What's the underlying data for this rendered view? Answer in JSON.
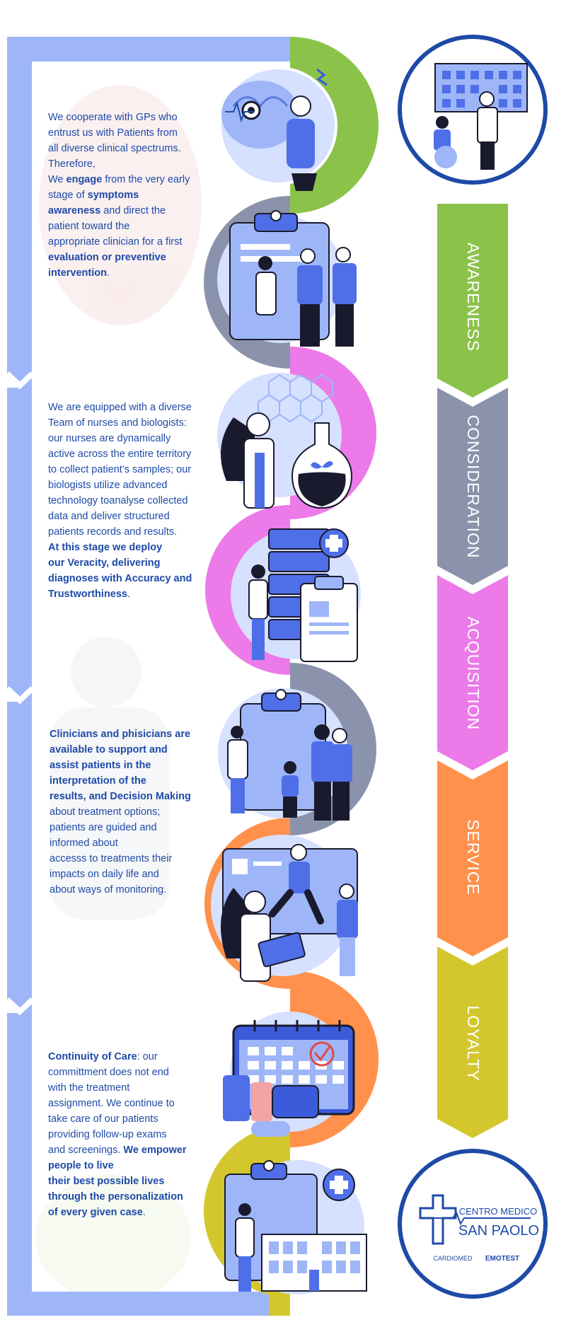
{
  "colors": {
    "frame_blue": "#9eb6f8",
    "awareness": "#8bc34a",
    "consideration": "#8a93ab",
    "acquisition": "#ec7ae8",
    "service": "#ff914d",
    "loyalty": "#d4c72e",
    "logo_ring": "#1e4aa7",
    "text_blue": "#1f4aa8"
  },
  "stages": [
    {
      "label": "AWARENESS",
      "color": "#8bc34a"
    },
    {
      "label": "CONSIDERATION",
      "color": "#8a93ab"
    },
    {
      "label": "ACQUISITION",
      "color": "#ec7ae8"
    },
    {
      "label": "SERVICE",
      "color": "#ff914d"
    },
    {
      "label": "LOYALTY",
      "color": "#d4c72e"
    }
  ],
  "sections": [
    {
      "lines": [
        {
          "t": "We cooperate with GPs who"
        },
        {
          "t": "entrust us with Patients from"
        },
        {
          "t": "all diverse clinical spectrums."
        },
        {
          "t": "Therefore,"
        },
        {
          "t": "We ",
          "b": "engage",
          "a": " from the very early"
        },
        {
          "t": "stage of ",
          "b": "symptoms"
        },
        {
          "b": "awareness",
          "a": " and direct the"
        },
        {
          "t": "patient toward the"
        },
        {
          "t": "appropriate clinician for a first"
        },
        {
          "b": "evaluation or preventive"
        },
        {
          "b": "intervention",
          "a": "."
        }
      ]
    },
    {
      "lines": [
        {
          "t": "We are equipped with a diverse"
        },
        {
          "t": "Team of nurses and biologists:"
        },
        {
          "t": "our nurses are dynamically"
        },
        {
          "t": "active across the entire territory"
        },
        {
          "t": "to collect patient’s samples; our"
        },
        {
          "t": "biologists utilize advanced"
        },
        {
          "t": "technology toanalyse collected"
        },
        {
          "t": "data and deliver structured"
        },
        {
          "t": "patients records and results."
        },
        {
          "b": "At this stage we deploy"
        },
        {
          "b": "our Veracity, delivering"
        },
        {
          "b": "diagnoses with Accuracy and"
        },
        {
          "b": "Trustworthiness",
          "a": "."
        }
      ]
    },
    {
      "lines": [
        {
          "b": "Clinicians and phisicians are"
        },
        {
          "b": "available to support and"
        },
        {
          "b": "assist patients in the"
        },
        {
          "b": "interpretation of the"
        },
        {
          "b": "results, and Decision Making"
        },
        {
          "t": "about treatment options;"
        },
        {
          "t": "patients are guided and"
        },
        {
          "t": "informed about"
        },
        {
          "t": "accesss to treatments their"
        },
        {
          "t": "impacts on daily life and"
        },
        {
          "t": "about ways of monitoring."
        }
      ]
    },
    {
      "lines": [
        {
          "b": "Continuity of Care",
          "a": ": our"
        },
        {
          "t": "committment does not end"
        },
        {
          "t": "with the treatment"
        },
        {
          "t": "assignment. We continue to"
        },
        {
          "t": "take care of our patients"
        },
        {
          "t": "providing follow-up exams"
        },
        {
          "t": "and screenings. ",
          "b": "We empower"
        },
        {
          "b": "people to live"
        },
        {
          "b": "their best possible lives"
        },
        {
          "b": "through the personalization"
        },
        {
          "b": "of every given case",
          "a": "."
        }
      ]
    }
  ],
  "logo": {
    "line1": "CENTRO MEDICO",
    "line2": "SAN PAOLO",
    "partner1": "CARDIOMED",
    "partner2": "EMOTEST"
  },
  "icons": [
    "brain-headache-illustration",
    "clipboard-consultation-illustration",
    "lab-flask-illustration",
    "data-server-illustration",
    "clinicians-group-illustration",
    "rehab-monitoring-illustration",
    "calendar-followup-illustration",
    "hospital-clipboard-illustration",
    "hospital-building-illustration"
  ]
}
